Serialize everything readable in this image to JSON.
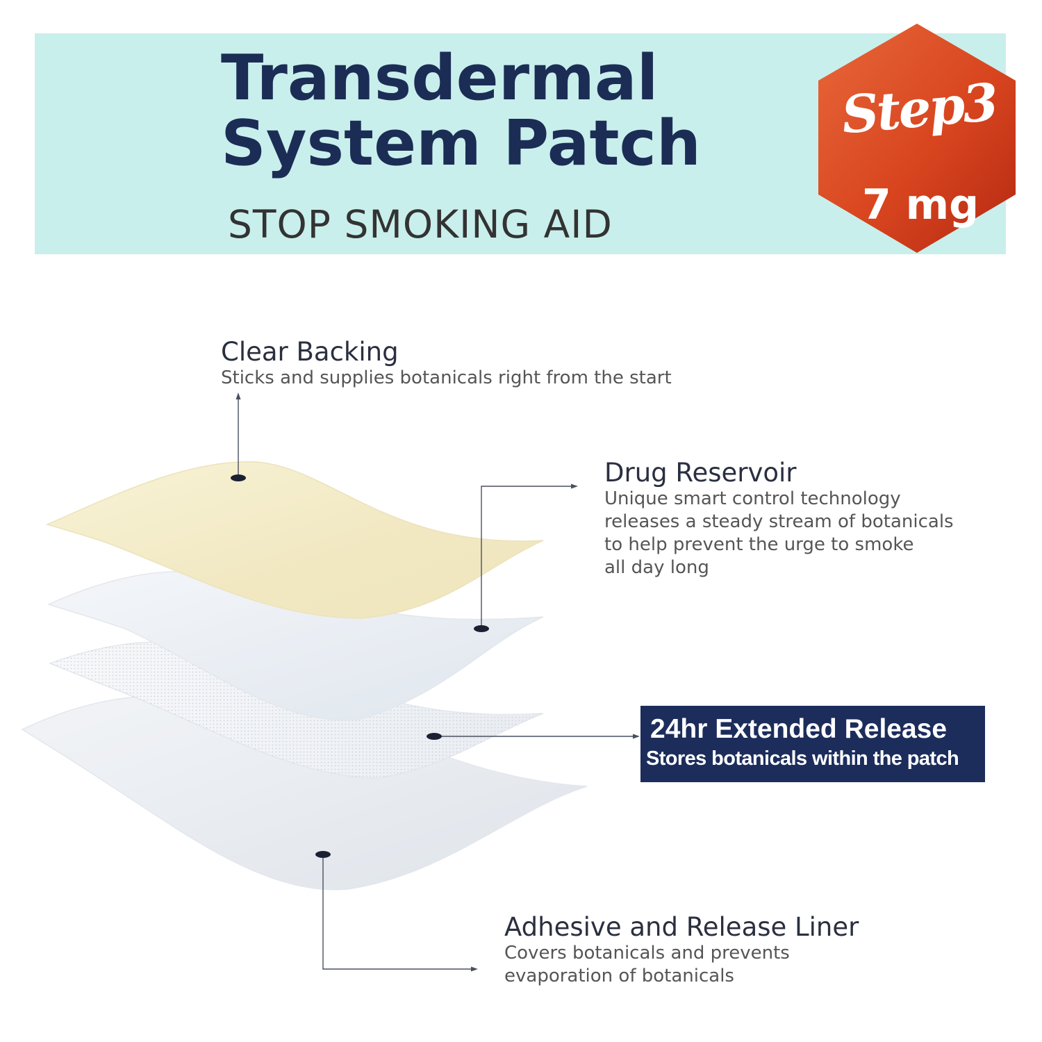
{
  "header": {
    "title_line1": "Transdermal",
    "title_line2": "System Patch",
    "subtitle": "STOP SMOKING AID",
    "banner_color": "#c9efec",
    "title_color": "#1b2d55"
  },
  "badge": {
    "step": "Step3",
    "dose": "7 mg",
    "color": "#d8451f"
  },
  "layers": [
    {
      "title": "Clear Backing",
      "description": [
        "Sticks and supplies botanicals right from the start"
      ]
    },
    {
      "title": "Drug Reservoir",
      "description": [
        "Unique smart control technology",
        "releases a steady stream of botanicals",
        "to help prevent the urge to smoke",
        "all day long"
      ]
    },
    {
      "title": "24hr Extended Release",
      "description": [
        "Stores botanicals within the patch"
      ],
      "highlight_color": "#1c2d5c"
    },
    {
      "title": "Adhesive and Release Liner",
      "description": [
        "Covers botanicals and prevents",
        "evaporation of botanicals"
      ]
    }
  ]
}
